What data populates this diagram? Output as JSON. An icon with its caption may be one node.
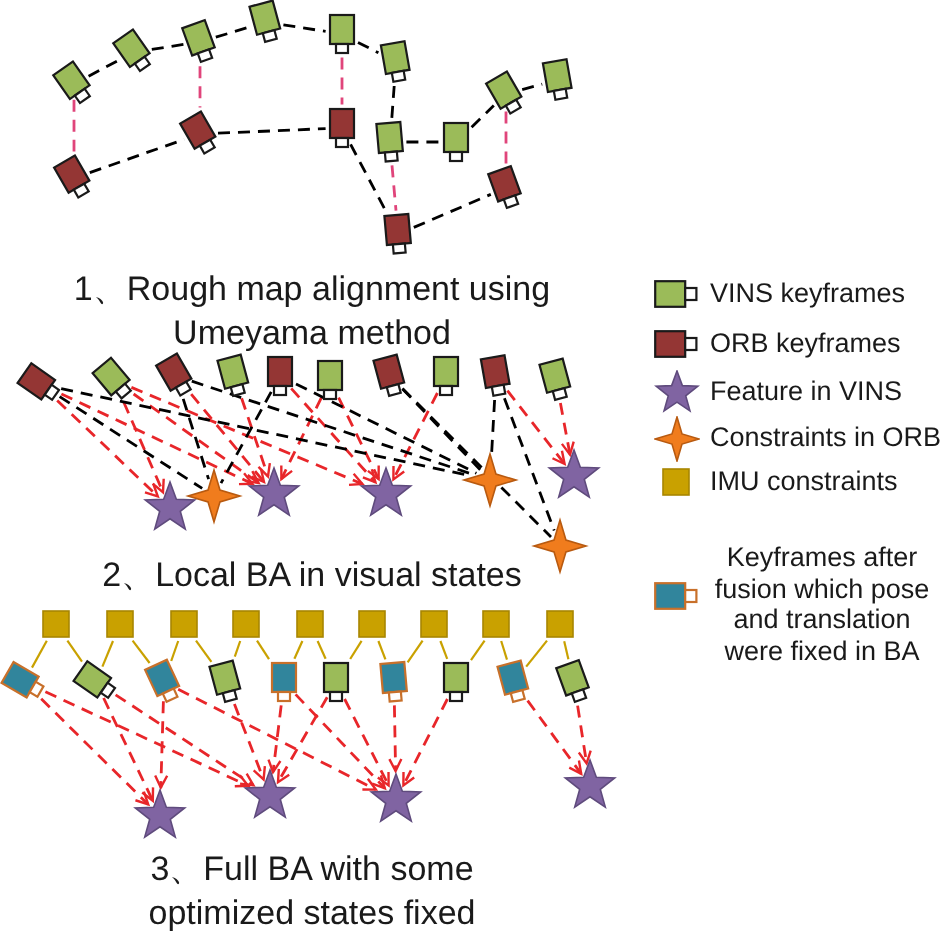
{
  "diagram": {
    "nodes": [
      {
        "text": [],
        "shape": "camera"
      },
      {
        "text": [],
        "shape": "camera"
      },
      {
        "text": [],
        "shape": "camera"
      },
      {
        "text": [],
        "shape": "camera"
      },
      {
        "text": [],
        "shape": "camera"
      },
      {
        "text": [],
        "shape": "camera"
      },
      {
        "text": [],
        "shape": "camera"
      },
      {
        "text": [],
        "shape": "camera"
      },
      {
        "text": [],
        "shape": "camera"
      },
      {
        "text": [],
        "shape": "camera"
      },
      {
        "text": [],
        "shape": "camera"
      },
      {
        "text": [],
        "shape": "camera"
      },
      {
        "text": [],
        "shape": "camera"
      },
      {
        "text": [],
        "shape": "camera"
      },
      {
        "text": [],
        "shape": "camera"
      },
      {
        "text": [],
        "shape": "camera"
      },
      {
        "text": [],
        "shape": "camera"
      },
      {
        "text": [],
        "shape": "camera"
      },
      {
        "text": [],
        "shape": "camera"
      },
      {
        "text": [],
        "shape": "camera"
      },
      {
        "text": [],
        "shape": "camera"
      },
      {
        "text": [],
        "shape": "camera"
      },
      {
        "text": [],
        "shape": "camera"
      },
      {
        "text": [],
        "shape": "camera"
      },
      {
        "text": [],
        "shape": "camera"
      },
      {
        "text": [],
        "shape": "star"
      },
      {
        "text": [],
        "shape": "star"
      },
      {
        "text": [],
        "shape": "star"
      },
      {
        "text": [],
        "shape": "star"
      },
      {
        "text": [],
        "shape": "star"
      },
      {
        "text": [],
        "shape": "star"
      },
      {
        "text": [],
        "shape": "star"
      },
      {
        "text": [],
        "shape": "box"
      },
      {
        "text": [],
        "shape": "box"
      },
      {
        "text": [],
        "shape": "box"
      },
      {
        "text": [],
        "shape": "box"
      },
      {
        "text": [],
        "shape": "box"
      },
      {
        "text": [],
        "shape": "box"
      },
      {
        "text": [],
        "shape": "box"
      },
      {
        "text": [],
        "shape": "box"
      },
      {
        "text": [],
        "shape": "box"
      },
      {
        "text": [],
        "shape": "camera"
      },
      {
        "text": [],
        "shape": "camera"
      },
      {
        "text": [],
        "shape": "camera"
      },
      {
        "text": [],
        "shape": "camera"
      },
      {
        "text": [],
        "shape": "camera"
      },
      {
        "text": [],
        "shape": "camera"
      },
      {
        "text": [],
        "shape": "camera"
      },
      {
        "text": [],
        "shape": "camera"
      },
      {
        "text": [],
        "shape": "camera"
      },
      {
        "text": [],
        "shape": "camera"
      },
      {
        "text": [],
        "shape": "star"
      },
      {
        "text": [],
        "shape": "star"
      },
      {
        "text": [],
        "shape": "star"
      },
      {
        "text": [],
        "shape": "star"
      }
    ],
    "edges": [
      {
        "from": 0,
        "to": 1,
        "arrow": "none",
        "style": "dashed",
        "color": "#000000"
      },
      {
        "from": 1,
        "to": 2,
        "arrow": "none",
        "style": "dashed",
        "color": "#000000"
      },
      {
        "from": 2,
        "to": 3,
        "arrow": "none",
        "style": "dashed",
        "color": "#000000"
      },
      {
        "from": 3,
        "to": 4,
        "arrow": "none",
        "style": "dashed",
        "color": "#000000"
      },
      {
        "from": 4,
        "to": 5,
        "arrow": "none",
        "style": "dashed",
        "color": "#000000"
      },
      {
        "from": 5,
        "to": 6,
        "arrow": "none",
        "style": "dashed",
        "color": "#000000"
      },
      {
        "from": 6,
        "to": 7,
        "arrow": "none",
        "style": "dashed",
        "color": "#000000"
      },
      {
        "from": 7,
        "to": 8,
        "arrow": "none",
        "style": "dashed",
        "color": "#000000"
      },
      {
        "from": 8,
        "to": 9,
        "arrow": "none",
        "style": "dashed",
        "color": "#000000"
      },
      {
        "from": 10,
        "to": 11,
        "arrow": "none",
        "style": "dashed",
        "color": "#000000"
      },
      {
        "from": 11,
        "to": 12,
        "arrow": "none",
        "style": "dashed",
        "color": "#000000"
      },
      {
        "from": 12,
        "to": 13,
        "arrow": "none",
        "style": "dashed",
        "color": "#000000"
      },
      {
        "from": 13,
        "to": 14,
        "arrow": "none",
        "style": "dashed",
        "color": "#000000"
      },
      {
        "from": 0,
        "to": 10,
        "arrow": "none",
        "style": "dashed",
        "color": "#e0457b"
      },
      {
        "from": 2,
        "to": 11,
        "arrow": "none",
        "style": "dashed",
        "color": "#e0457b"
      },
      {
        "from": 4,
        "to": 12,
        "arrow": "none",
        "style": "dashed",
        "color": "#e0457b"
      },
      {
        "from": 6,
        "to": 13,
        "arrow": "none",
        "style": "dashed",
        "color": "#e0457b"
      },
      {
        "from": 8,
        "to": 14,
        "arrow": "none",
        "style": "dashed",
        "color": "#e0457b"
      },
      {
        "from": 15,
        "to": 25,
        "arrow": "to",
        "style": "dashed"
      },
      {
        "from": 15,
        "to": 27,
        "arrow": "to",
        "style": "dashed"
      },
      {
        "from": 16,
        "to": 25,
        "arrow": "to",
        "style": "dashed"
      },
      {
        "from": 16,
        "to": 27,
        "arrow": "to",
        "style": "dashed"
      },
      {
        "from": 16,
        "to": 28,
        "arrow": "to",
        "style": "dashed"
      },
      {
        "from": 17,
        "to": 27,
        "arrow": "to",
        "style": "dashed"
      },
      {
        "from": 18,
        "to": 27,
        "arrow": "to",
        "style": "dashed"
      },
      {
        "from": 19,
        "to": 28,
        "arrow": "to",
        "style": "dashed"
      },
      {
        "from": 20,
        "to": 27,
        "arrow": "to",
        "style": "dashed"
      },
      {
        "from": 20,
        "to": 28,
        "arrow": "to",
        "style": "dashed"
      },
      {
        "from": 22,
        "to": 28,
        "arrow": "to",
        "style": "dashed"
      },
      {
        "from": 23,
        "to": 30,
        "arrow": "to",
        "style": "dashed"
      },
      {
        "from": 24,
        "to": 30,
        "arrow": "to",
        "style": "dashed"
      },
      {
        "from": 15,
        "to": 26,
        "arrow": "none",
        "style": "dashed",
        "color": "#000000"
      },
      {
        "from": 15,
        "to": 29,
        "arrow": "none",
        "style": "dashed",
        "color": "#000000"
      },
      {
        "from": 17,
        "to": 26,
        "arrow": "none",
        "style": "dashed",
        "color": "#000000"
      },
      {
        "from": 17,
        "to": 29,
        "arrow": "none",
        "style": "dashed",
        "color": "#000000"
      },
      {
        "from": 19,
        "to": 26,
        "arrow": "none",
        "style": "dashed",
        "color": "#000000"
      },
      {
        "from": 19,
        "to": 29,
        "arrow": "none",
        "style": "dashed",
        "color": "#000000"
      },
      {
        "from": 21,
        "to": 29,
        "arrow": "none",
        "style": "dashed",
        "color": "#000000"
      },
      {
        "from": 21,
        "to": 31,
        "arrow": "none",
        "style": "dashed",
        "color": "#000000"
      },
      {
        "from": 23,
        "to": 29,
        "arrow": "none",
        "style": "dashed",
        "color": "#000000"
      },
      {
        "from": 23,
        "to": 31,
        "arrow": "none",
        "style": "dashed",
        "color": "#000000"
      },
      {
        "from": 32,
        "to": 41,
        "arrow": "none",
        "color": "#c9a100"
      },
      {
        "from": 32,
        "to": 42,
        "arrow": "none",
        "color": "#c9a100"
      },
      {
        "from": 33,
        "to": 42,
        "arrow": "none",
        "color": "#c9a100"
      },
      {
        "from": 33,
        "to": 43,
        "arrow": "none",
        "color": "#c9a100"
      },
      {
        "from": 34,
        "to": 43,
        "arrow": "none",
        "color": "#c9a100"
      },
      {
        "from": 34,
        "to": 44,
        "arrow": "none",
        "color": "#c9a100"
      },
      {
        "from": 35,
        "to": 44,
        "arrow": "none",
        "color": "#c9a100"
      },
      {
        "from": 35,
        "to": 45,
        "arrow": "none",
        "color": "#c9a100"
      },
      {
        "from": 36,
        "to": 45,
        "arrow": "none",
        "color": "#c9a100"
      },
      {
        "from": 36,
        "to": 46,
        "arrow": "none",
        "color": "#c9a100"
      },
      {
        "from": 37,
        "to": 46,
        "arrow": "none",
        "color": "#c9a100"
      },
      {
        "from": 37,
        "to": 47,
        "arrow": "none",
        "color": "#c9a100"
      },
      {
        "from": 38,
        "to": 47,
        "arrow": "none",
        "color": "#c9a100"
      },
      {
        "from": 38,
        "to": 48,
        "arrow": "none",
        "color": "#c9a100"
      },
      {
        "from": 39,
        "to": 48,
        "arrow": "none",
        "color": "#c9a100"
      },
      {
        "from": 39,
        "to": 49,
        "arrow": "none",
        "color": "#c9a100"
      },
      {
        "from": 40,
        "to": 49,
        "arrow": "none",
        "color": "#c9a100"
      },
      {
        "from": 40,
        "to": 50,
        "arrow": "none",
        "color": "#c9a100"
      },
      {
        "from": 41,
        "to": 51,
        "arrow": "to",
        "style": "dashed"
      },
      {
        "from": 41,
        "to": 52,
        "arrow": "to",
        "style": "dashed"
      },
      {
        "from": 42,
        "to": 51,
        "arrow": "to",
        "style": "dashed"
      },
      {
        "from": 42,
        "to": 52,
        "arrow": "to",
        "style": "dashed"
      },
      {
        "from": 43,
        "to": 51,
        "arrow": "to",
        "style": "dashed"
      },
      {
        "from": 43,
        "to": 53,
        "arrow": "to",
        "style": "dashed"
      },
      {
        "from": 44,
        "to": 52,
        "arrow": "to",
        "style": "dashed"
      },
      {
        "from": 45,
        "to": 52,
        "arrow": "to",
        "style": "dashed"
      },
      {
        "from": 45,
        "to": 53,
        "arrow": "to",
        "style": "dashed"
      },
      {
        "from": 46,
        "to": 52,
        "arrow": "to",
        "style": "dashed"
      },
      {
        "from": 46,
        "to": 53,
        "arrow": "to",
        "style": "dashed"
      },
      {
        "from": 47,
        "to": 53,
        "arrow": "to",
        "style": "dashed"
      },
      {
        "from": 48,
        "to": 53,
        "arrow": "to",
        "style": "dashed"
      },
      {
        "from": 49,
        "to": 54,
        "arrow": "to",
        "style": "dashed"
      },
      {
        "from": 50,
        "to": 54,
        "arrow": "to",
        "style": "dashed"
      }
    ],
    "labels": [
      "1、Rough map alignment using Umeyama method",
      "2、Local BA in visual states",
      "3、Full BA with some optimized states fixed"
    ],
    "legend": [
      {
        "text": "VINS keyframes"
      },
      {
        "text": "ORB keyframes"
      },
      {
        "text": "Feature in VINS"
      },
      {
        "text": "Constraints in ORB"
      },
      {
        "text": "IMU constraints",
        "color": "#c9a100"
      },
      {
        "text": "Keyframes after fusion which pose and translation were fixed in BA"
      }
    ]
  }
}
